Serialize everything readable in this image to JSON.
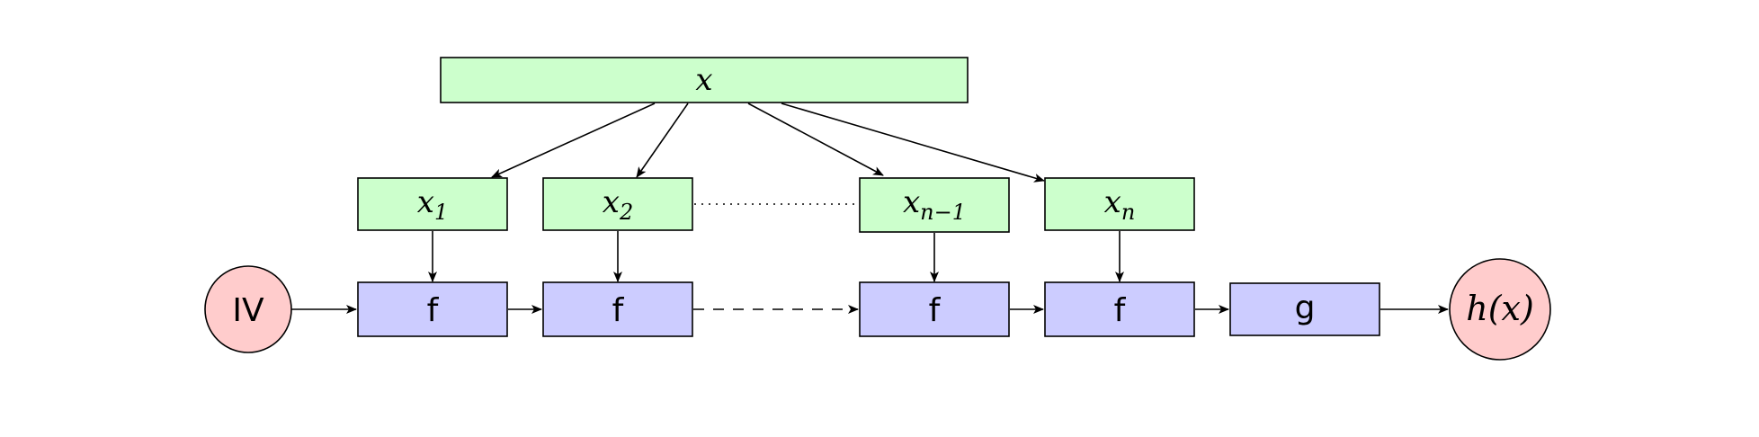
{
  "diagram": {
    "input": {
      "base": "x"
    },
    "splits": [
      {
        "base": "x",
        "sub": "1"
      },
      {
        "base": "x",
        "sub": "2"
      },
      {
        "base": "x",
        "sub": "n−1"
      },
      {
        "base": "x",
        "sub": "n"
      }
    ],
    "init": {
      "label": "IV"
    },
    "functions": [
      {
        "label": "f"
      },
      {
        "label": "f"
      },
      {
        "label": "f"
      },
      {
        "label": "f"
      }
    ],
    "final": {
      "label": "g"
    },
    "output": {
      "label": "h(x)"
    },
    "colors": {
      "input_fill": "#ccffcc",
      "function_fill": "#ccccff",
      "endpoint_fill": "#ffcccc"
    }
  }
}
